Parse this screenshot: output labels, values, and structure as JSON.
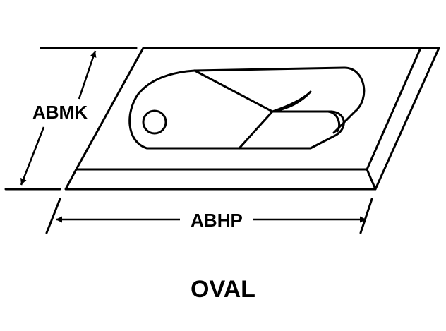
{
  "diagram": {
    "height_label": "ABMK",
    "width_label": "ABHP",
    "caption": "OVAL"
  }
}
